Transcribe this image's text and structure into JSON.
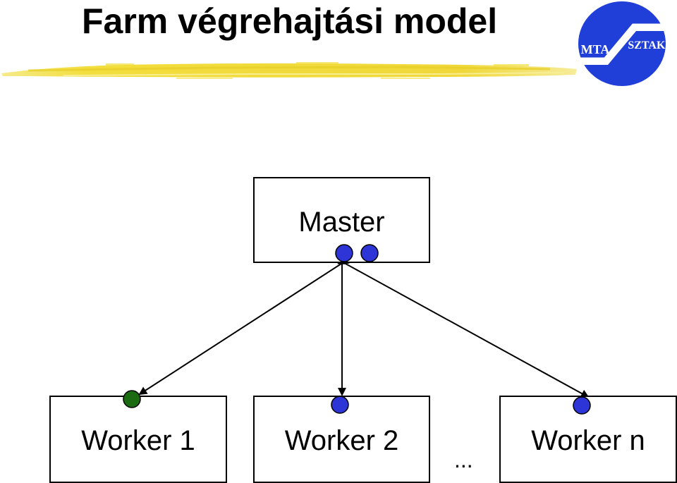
{
  "slide": {
    "title": "Farm végrehajtási model"
  },
  "logo": {
    "left_text": "MTA",
    "right_text": "SZTAKI",
    "color": "#1f3fd8"
  },
  "diagram": {
    "master": {
      "label": "Master"
    },
    "workers": [
      {
        "label": "Worker 1",
        "port_color": "#1a6b12"
      },
      {
        "label": "Worker 2",
        "port_color": "#2d35d6"
      },
      {
        "label": "Worker n",
        "port_color": "#2d35d6"
      }
    ],
    "ellipsis": "...",
    "master_port_color": "#2d35d6",
    "accent_brush_color": "#f2e04a"
  }
}
